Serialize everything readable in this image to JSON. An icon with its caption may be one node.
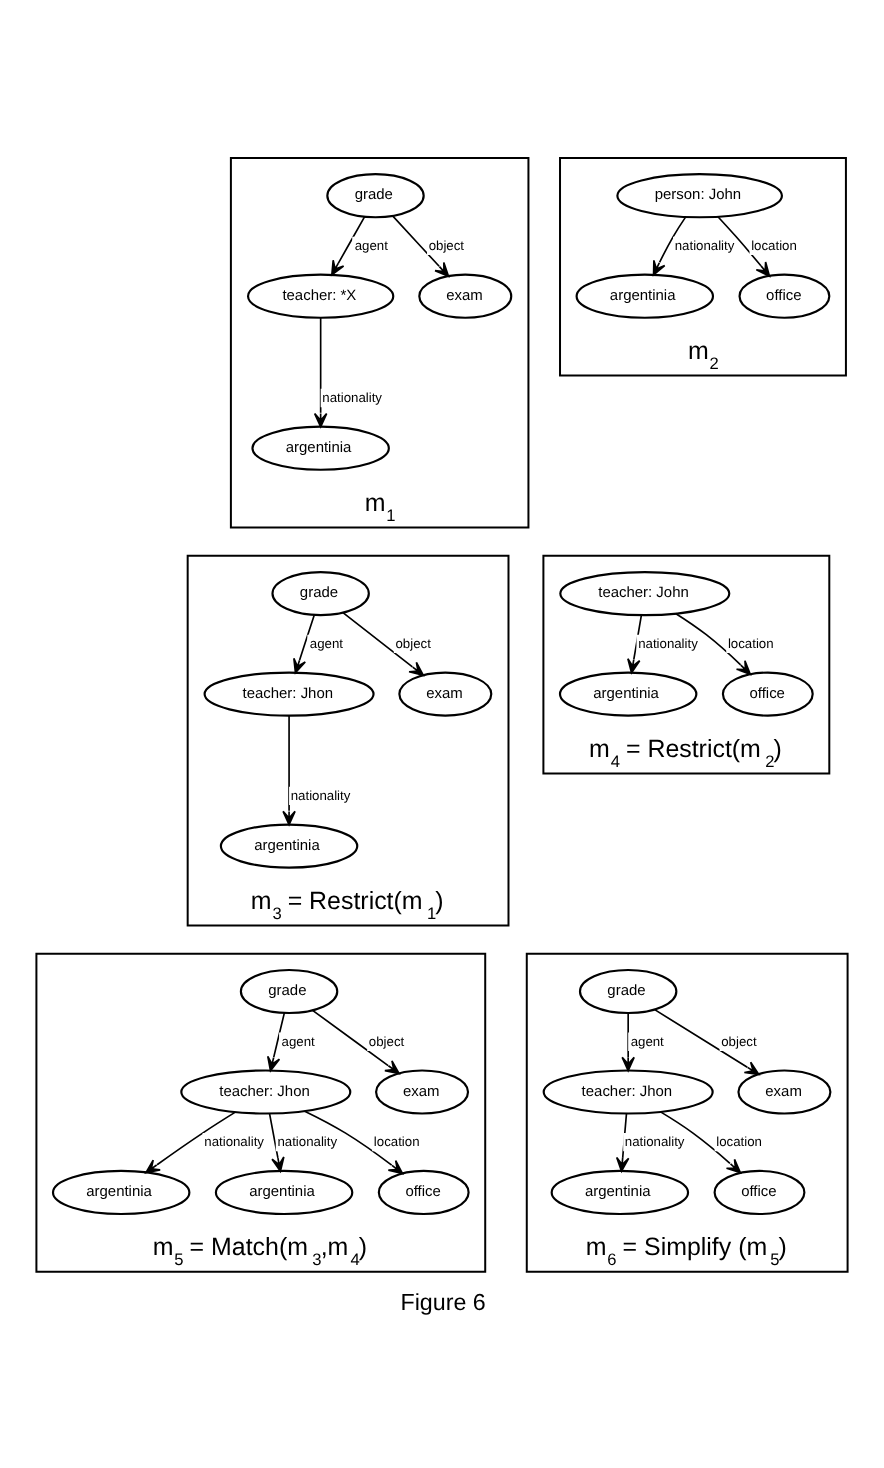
{
  "diagram": {
    "caption": "Figure 6",
    "nodes": [
      {
        "text": [
          "m$_{1}$"
        ]
      },
      {
        "text": [
          "grade"
        ],
        "in": 0
      },
      {
        "text": [
          "teacher: *X"
        ],
        "in": 0
      },
      {
        "text": [
          "exam"
        ],
        "in": 0
      },
      {
        "text": [
          "argentinia"
        ],
        "in": 0
      },
      {
        "text": [
          "m$_{2}$"
        ]
      },
      {
        "text": [
          "person: John"
        ],
        "in": 5
      },
      {
        "text": [
          "argentinia"
        ],
        "in": 5
      },
      {
        "text": [
          "office"
        ],
        "in": 5
      },
      {
        "text": [
          "m$_{3}$ = Restrict(m$_{1}$)"
        ]
      },
      {
        "text": [
          "grade"
        ],
        "in": 9
      },
      {
        "text": [
          "teacher: Jhon"
        ],
        "in": 9
      },
      {
        "text": [
          "exam"
        ],
        "in": 9
      },
      {
        "text": [
          "argentinia"
        ],
        "in": 9
      },
      {
        "text": [
          "m$_{4}$ = Restrict(m$_{2}$)"
        ]
      },
      {
        "text": [
          "teacher: John"
        ],
        "in": 14
      },
      {
        "text": [
          "argentinia"
        ],
        "in": 14
      },
      {
        "text": [
          "office"
        ],
        "in": 14
      },
      {
        "text": [
          "m$_{5}$ = Match(m$_{3}$,m$_{4}$)"
        ]
      },
      {
        "text": [
          "grade"
        ],
        "in": 18
      },
      {
        "text": [
          "teacher: Jhon"
        ],
        "in": 18
      },
      {
        "text": [
          "exam"
        ],
        "in": 18
      },
      {
        "text": [
          "argentinia"
        ],
        "in": 18
      },
      {
        "text": [
          "argentinia"
        ],
        "in": 18
      },
      {
        "text": [
          "office"
        ],
        "in": 18
      },
      {
        "text": [
          "m$_{6}$ = Simplify (m$_{5}$)"
        ]
      },
      {
        "text": [
          "grade"
        ],
        "in": 25
      },
      {
        "text": [
          "teacher: Jhon"
        ],
        "in": 25
      },
      {
        "text": [
          "exam"
        ],
        "in": 25
      },
      {
        "text": [
          "argentinia"
        ],
        "in": 25
      },
      {
        "text": [
          "office"
        ],
        "in": 25
      }
    ],
    "edges": [
      {
        "from": 1,
        "to": 2,
        "label": "agent",
        "arrow": "to"
      },
      {
        "from": 1,
        "to": 3,
        "label": "object",
        "arrow": "to"
      },
      {
        "from": 2,
        "to": 4,
        "label": "nationality",
        "arrow": "to"
      },
      {
        "from": 6,
        "to": 7,
        "label": "nationality",
        "arrow": "to"
      },
      {
        "from": 6,
        "to": 8,
        "label": "location",
        "arrow": "to"
      },
      {
        "from": 10,
        "to": 11,
        "label": "agent",
        "arrow": "to"
      },
      {
        "from": 10,
        "to": 12,
        "label": "object",
        "arrow": "to"
      },
      {
        "from": 11,
        "to": 13,
        "label": "nationality",
        "arrow": "to"
      },
      {
        "from": 15,
        "to": 16,
        "label": "nationality",
        "arrow": "to"
      },
      {
        "from": 15,
        "to": 17,
        "label": "location",
        "arrow": "to"
      },
      {
        "from": 19,
        "to": 20,
        "label": "agent",
        "arrow": "to"
      },
      {
        "from": 19,
        "to": 21,
        "label": "object",
        "arrow": "to"
      },
      {
        "from": 20,
        "to": 22,
        "label": "nationality",
        "arrow": "to"
      },
      {
        "from": 20,
        "to": 23,
        "label": "nationality",
        "arrow": "to"
      },
      {
        "from": 20,
        "to": 24,
        "label": "location",
        "arrow": "to"
      },
      {
        "from": 26,
        "to": 27,
        "label": "agent",
        "arrow": "to"
      },
      {
        "from": 26,
        "to": 28,
        "label": "object",
        "arrow": "to"
      },
      {
        "from": 27,
        "to": 29,
        "label": "nationality",
        "arrow": "to"
      },
      {
        "from": 27,
        "to": 30,
        "label": "location",
        "arrow": "to"
      }
    ]
  }
}
